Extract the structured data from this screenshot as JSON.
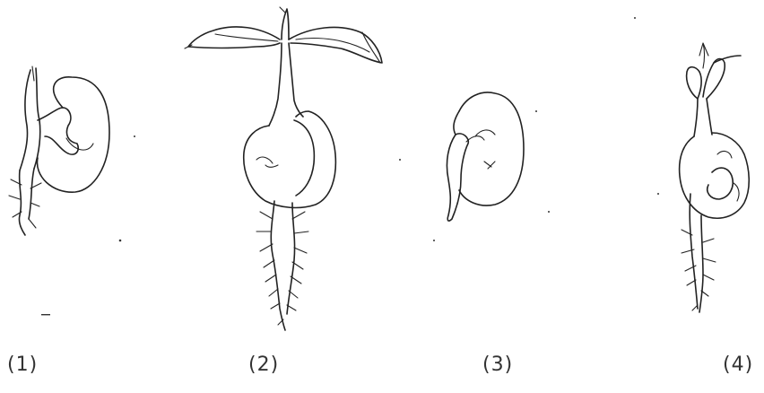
{
  "figure": {
    "stages": [
      {
        "id": "1",
        "label": "(1)"
      },
      {
        "id": "2",
        "label": "(2)"
      },
      {
        "id": "3",
        "label": "(3)"
      },
      {
        "id": "4",
        "label": "(4)"
      }
    ]
  },
  "colors": {
    "ink": "#222222",
    "label": "#333333",
    "background": "#ffffff"
  }
}
